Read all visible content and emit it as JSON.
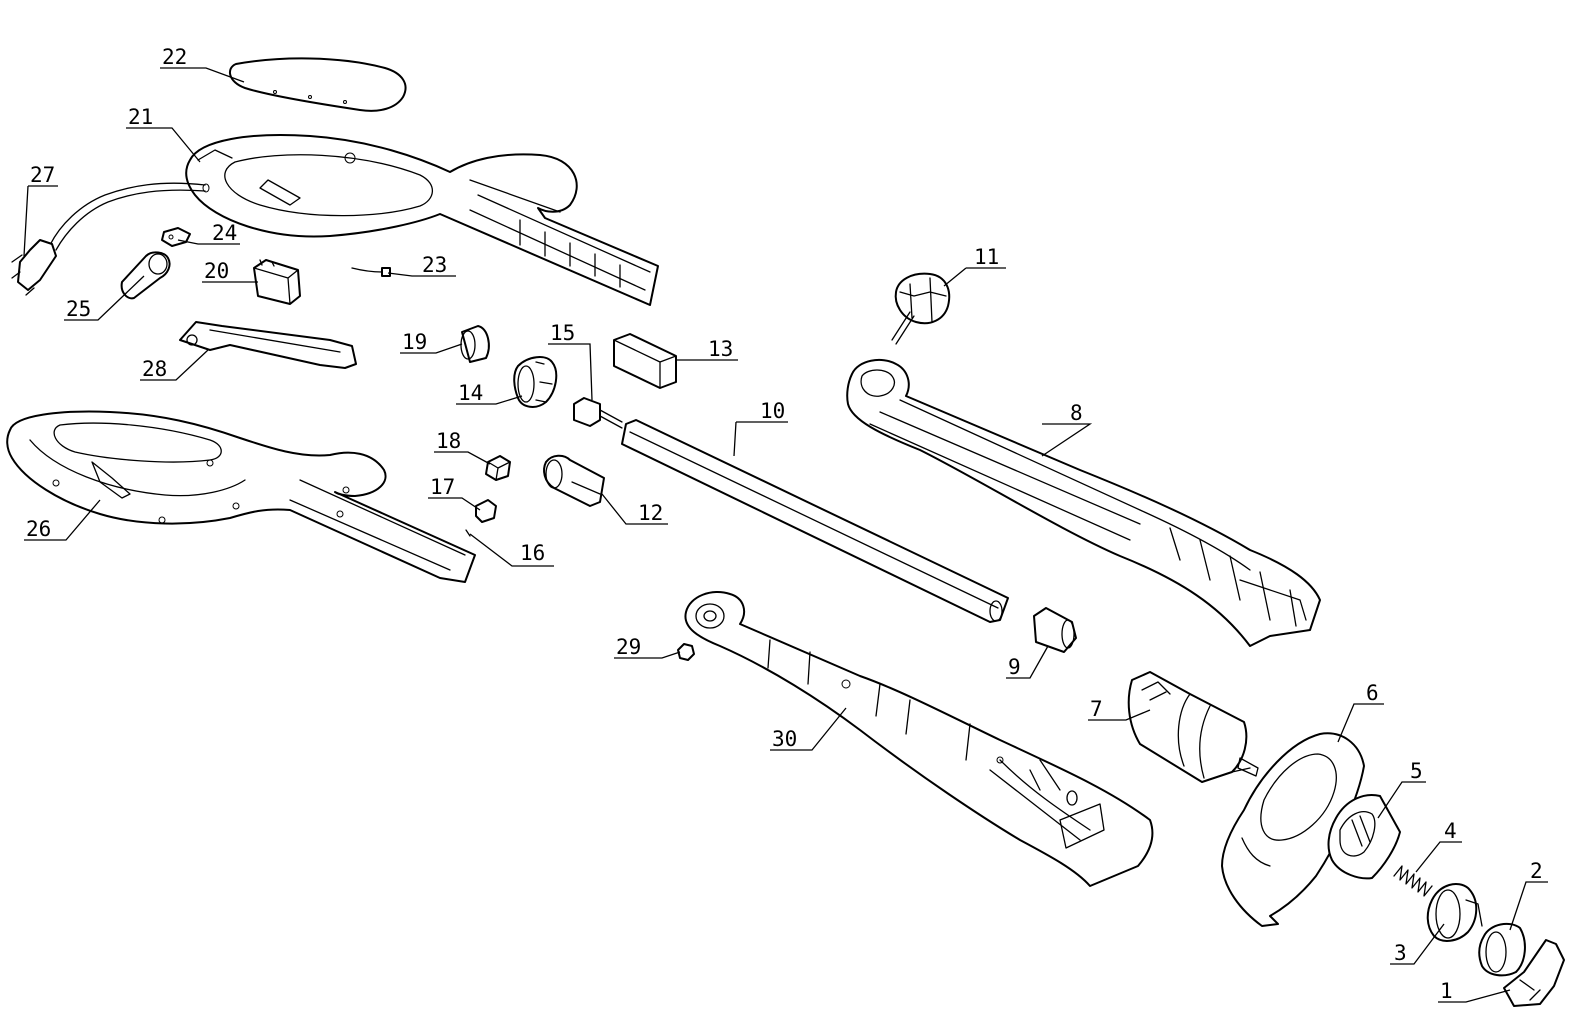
{
  "callouts": {
    "c1": "1",
    "c2": "2",
    "c3": "3",
    "c4": "4",
    "c5": "5",
    "c6": "6",
    "c7": "7",
    "c8": "8",
    "c9": "9",
    "c10": "10",
    "c11": "11",
    "c12": "12",
    "c13": "13",
    "c14": "14",
    "c15": "15",
    "c16": "16",
    "c17": "17",
    "c18": "18",
    "c19": "19",
    "c20": "20",
    "c21": "21",
    "c22": "22",
    "c23": "23",
    "c24": "24",
    "c25": "25",
    "c26": "26",
    "c27": "27",
    "c28": "28",
    "c29": "29",
    "c30": "30"
  },
  "colors": {
    "line": "#000000",
    "background": "#ffffff"
  }
}
